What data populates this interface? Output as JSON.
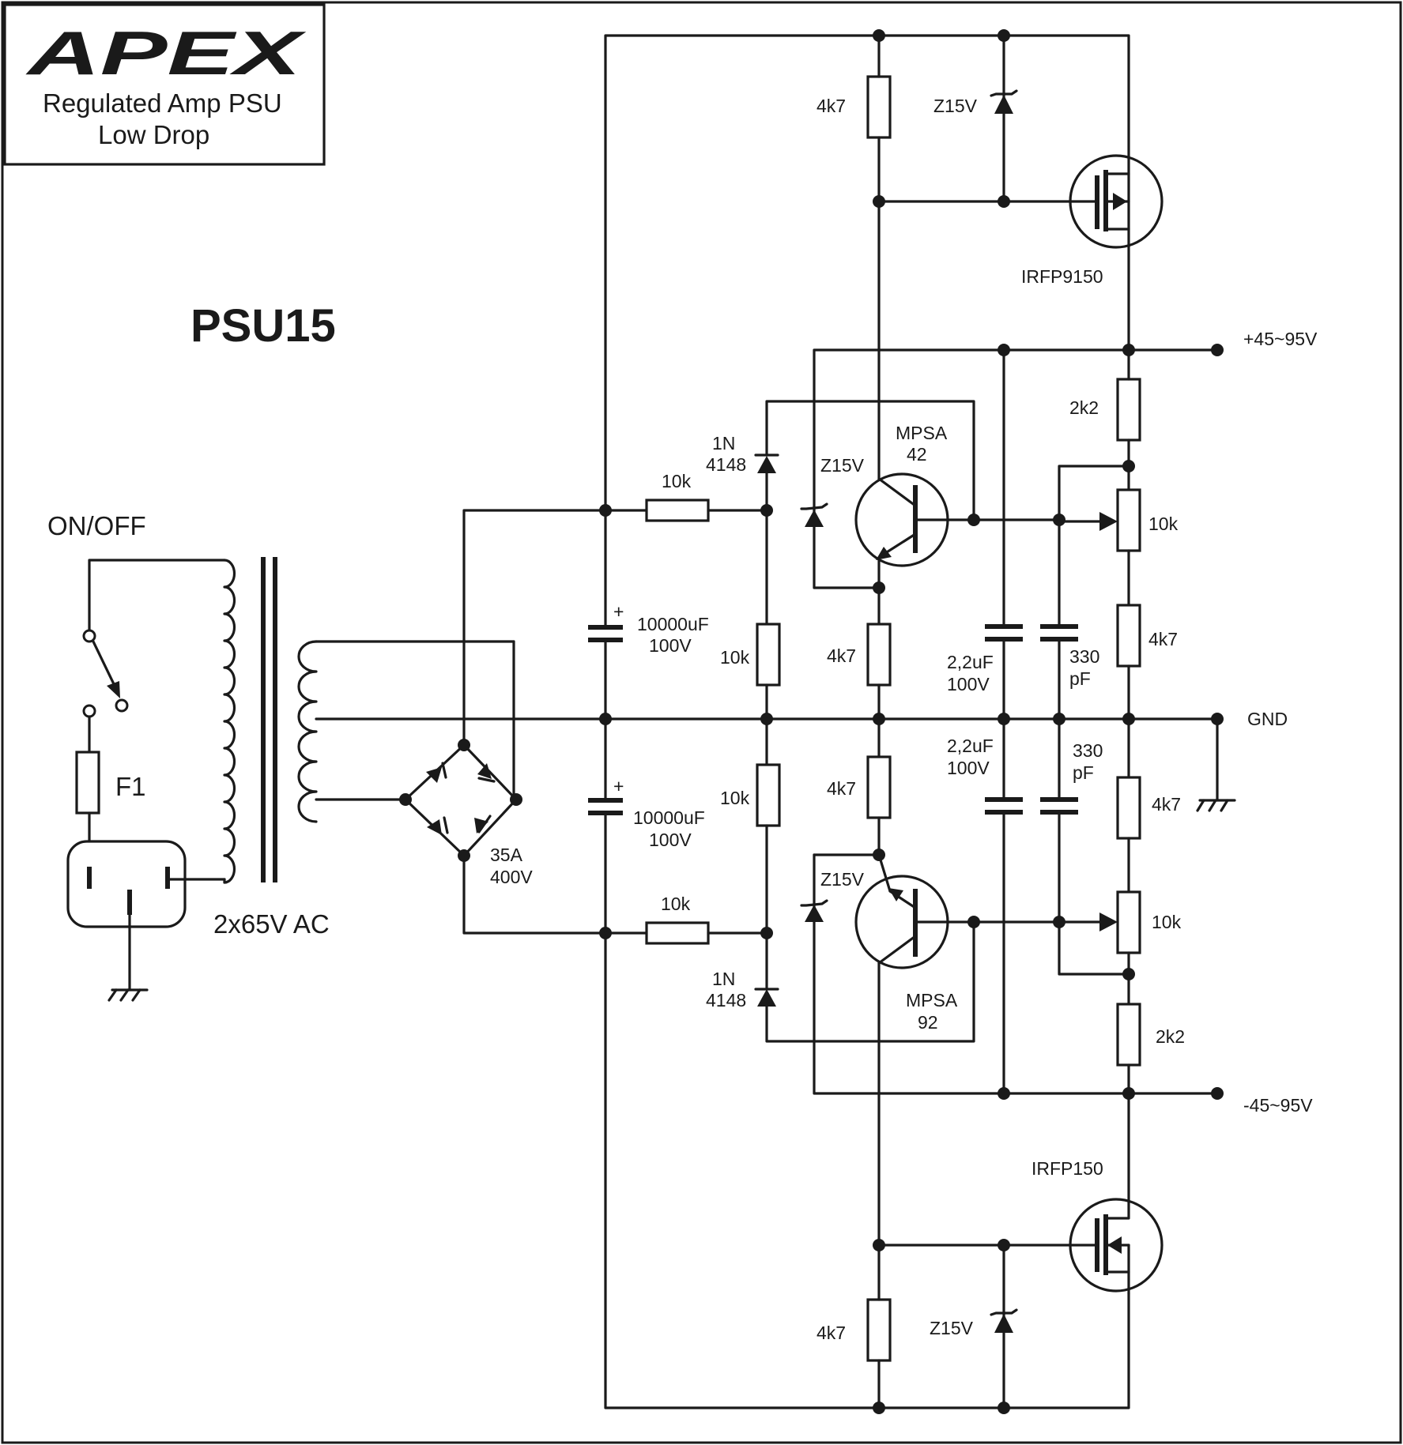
{
  "title_block": {
    "brand": "APEX",
    "line1": "Regulated Amp PSU",
    "line2": "Low Drop"
  },
  "model": "PSU15",
  "labels": {
    "switch": "ON/OFF",
    "fuse": "F1",
    "transformer": "2x65V AC",
    "bridge_current": "35A",
    "bridge_voltage": "400V",
    "cap_main_top_1": "10000uF",
    "cap_main_top_2": "100V",
    "cap_main_bot_1": "10000uF",
    "cap_main_bot_2": "100V",
    "cap_plus": "+",
    "r_top_series": "10k",
    "r_bot_series": "10k",
    "r_top_div": "10k",
    "r_bot_div": "10k",
    "diode_top_1": "1N",
    "diode_top_2": "4148",
    "diode_bot_1": "1N",
    "diode_bot_2": "4148",
    "zener_q_top": "Z15V",
    "zener_q_bot": "Z15V",
    "q_top_1": "MPSA",
    "q_top_2": "42",
    "q_bot_1": "MPSA",
    "q_bot_2": "92",
    "r_emit_top": "4k7",
    "r_emit_bot": "4k7",
    "r_gate_top": "4k7",
    "r_gate_bot": "4k7",
    "zener_gate_top": "Z15V",
    "zener_gate_bot": "Z15V",
    "mosfet_top": "IRFP9150",
    "mosfet_bot": "IRFP150",
    "cap_film_top_1": "2,2uF",
    "cap_film_top_2": "100V",
    "cap_film_bot_1": "2,2uF",
    "cap_film_bot_2": "100V",
    "cap_small_top_1": "330",
    "cap_small_top_2": "pF",
    "cap_small_bot_1": "330",
    "cap_small_bot_2": "pF",
    "r_2k2_top": "2k2",
    "r_2k2_bot": "2k2",
    "pot_top": "10k",
    "pot_bot": "10k",
    "r_4k7_top": "4k7",
    "r_4k7_bot": "4k7",
    "out_pos": "+45~95V",
    "out_gnd": "GND",
    "out_neg": "-45~95V"
  }
}
